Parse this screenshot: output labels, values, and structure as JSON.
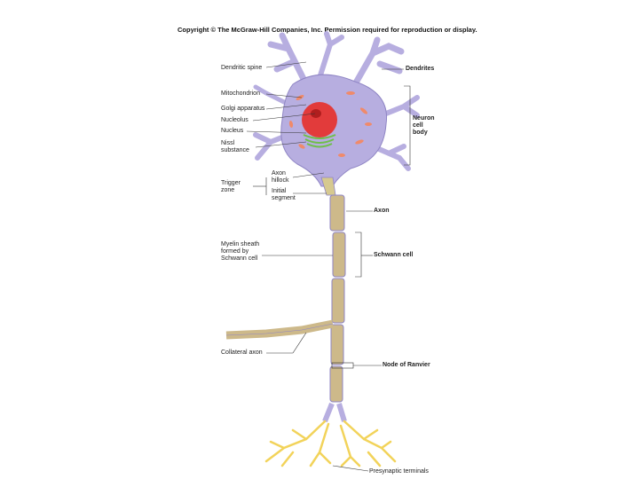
{
  "copyright": "Copyright © The McGraw-Hill Companies, Inc. Permission required for reproduction or display.",
  "labels": {
    "dendritic_spine": "Dendritic spine",
    "dendrites": "Dendrites",
    "mitochondrion": "Mitochondrion",
    "golgi": "Golgi apparatus",
    "nucleolus": "Nucleolus",
    "nucleus": "Nucleus",
    "nissl": "Nissl\nsubstance",
    "neuron_cell_body": "Neuron\ncell\nbody",
    "axon_hillock": "Axon\nhillock",
    "trigger_zone": "Trigger\nzone",
    "initial_segment": "Initial\nsegment",
    "axon": "Axon",
    "myelin": "Myelin sheath\nformed by\nSchwann cell",
    "schwann": "Schwann cell",
    "collateral": "Collateral axon",
    "node_ranvier": "Node of Ranvier",
    "presynaptic": "Presynaptic terminals"
  },
  "colors": {
    "cell": "#b7aee0",
    "cell_edge": "#8f85c4",
    "nucleus": "#e23b3b",
    "myelin": "#cdb98a",
    "terminal": "#f2d35a",
    "mito": "#f08a6a",
    "golgi": "#6fbf4a"
  }
}
